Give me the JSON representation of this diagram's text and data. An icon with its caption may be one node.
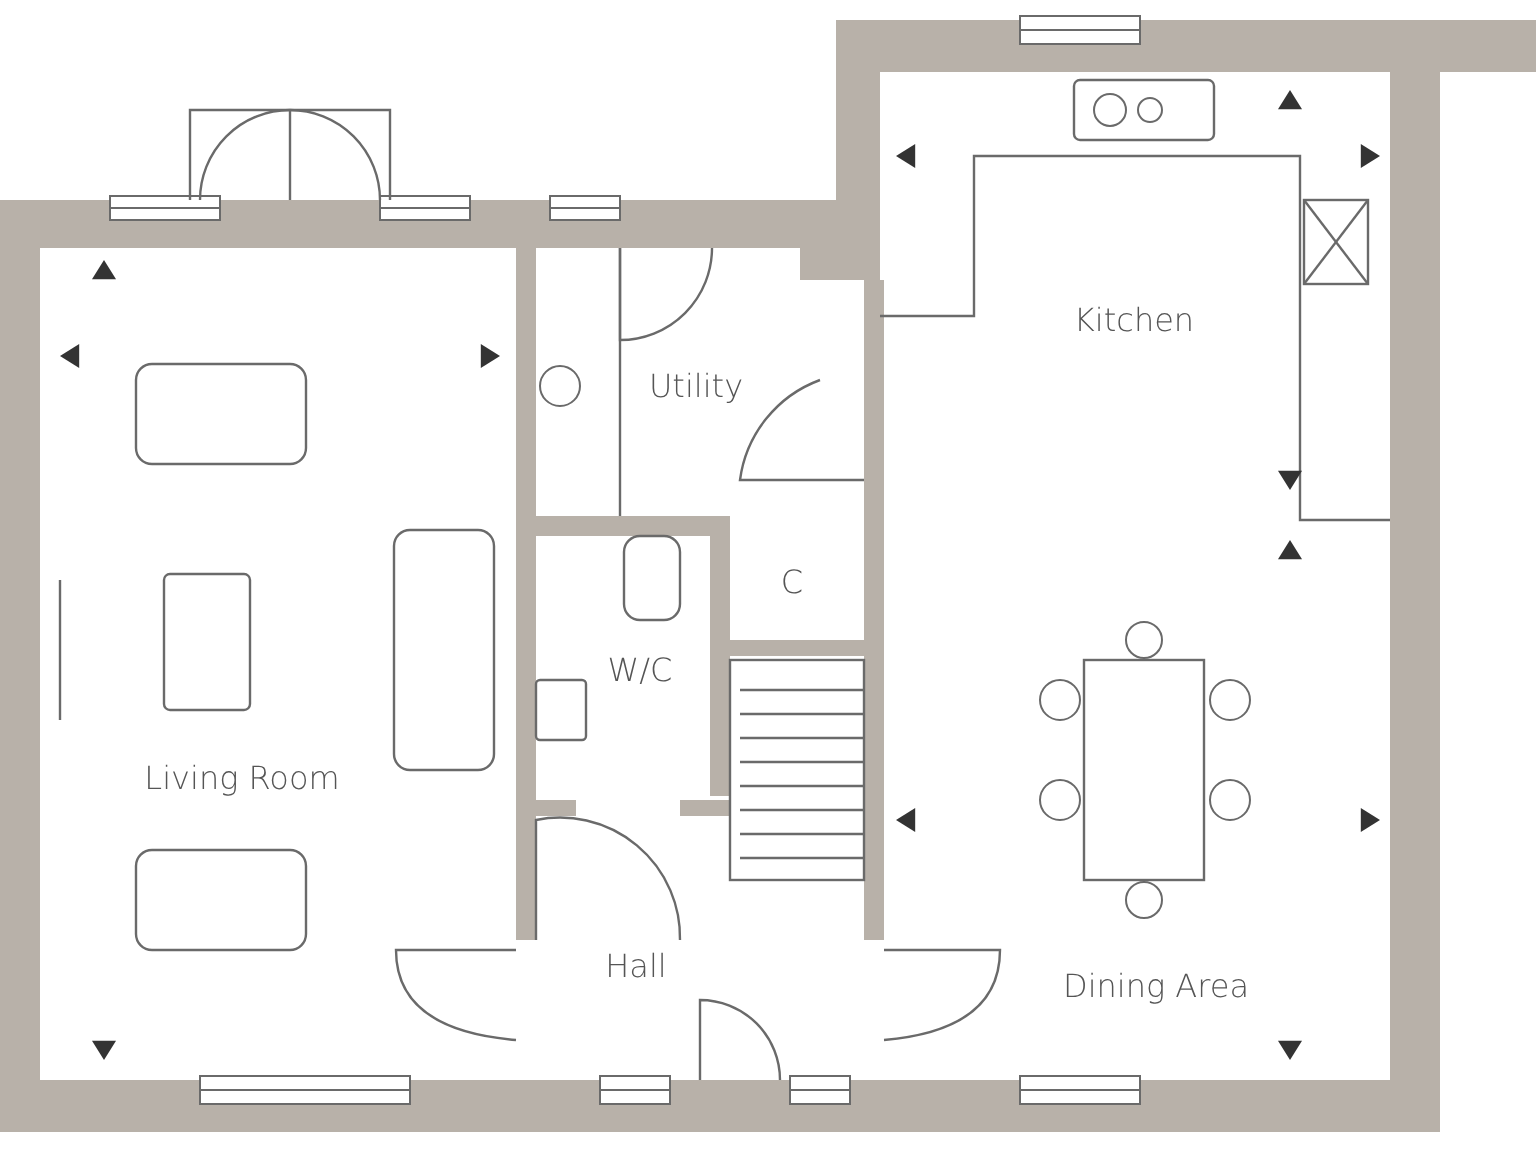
{
  "diagram": {
    "labels": [
      "Kitchen",
      "Utility",
      "C",
      "W/C",
      "Living Room",
      "Hall",
      "Dining Area"
    ]
  }
}
